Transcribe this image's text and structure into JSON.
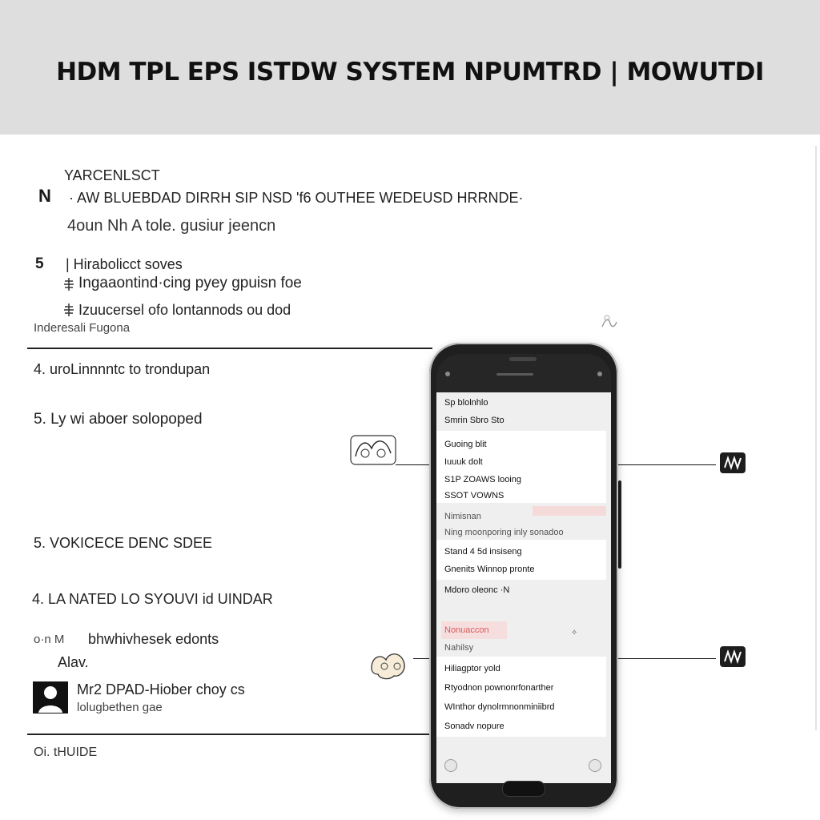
{
  "banner": {
    "title": "HDM TPL EPS ISTDW SYSTEM NPUMTRD | MOWUTDI"
  },
  "left_panel": {
    "header": "YARCENLSCT",
    "step_n": "N",
    "line1": "· AW BLUEBDAD DIRRH SIP NSD 'f6 OUTHEE WEDEUSD  HRRNDE·",
    "line2": "4oun  Nh  A  tole. gusiur jeencn",
    "step_5": "5",
    "bullet1": "| Hirabolicct soves",
    "bullet2": "Ingaaontind·cing pyey gpuisn foe",
    "bullet3": "Izuucersel ofo lontannods ou dod",
    "note": "Inderesali Fugona",
    "item4": "4. uroLinnnntc to trondupan",
    "item5": "5. Ly wi aboer solopoped",
    "item5b": "5. VOKICECE DENC SDEE",
    "item4b": "4. LA NATED  LO SYOUVI id UINDAR",
    "item_events": "bhwhivhesek edonts",
    "item_events_prefix": "o·n M",
    "item_alav": "Alav.",
    "item_mr": "Mr2 DPAD-Hiober choy cs",
    "item_mr_sub": "lolugbethen gae",
    "footer": "Oi. tHUIDE"
  },
  "phone_screen": {
    "header_rows": [
      "Sp blolnhlo",
      "Smrin Sbro Sto"
    ],
    "card1_rows": [
      "Guoing blit",
      "Iuuuk dolt",
      "S1P ZOAWS looing",
      "SSOT VOWNS"
    ],
    "section_label": "Nimisnan",
    "section_row": "Ning moonporing inly sonadoo",
    "card2_rows": [
      "Stand 4 5d insiseng",
      "Gnenits Winnop pronte"
    ],
    "mid_label": "Mdoro oleonc ·N",
    "red_rows": [
      "Nonuaccon",
      "Nahilsy"
    ],
    "list_rows": [
      "Hiliagptor yold",
      "Rtyodnon pownonrfonarther",
      "WInthor dynolrmnonminiibrd",
      "Sonadv nopure"
    ]
  },
  "icons": {
    "callout_tags": [
      "tag-icon",
      "tag-icon"
    ],
    "doodles": [
      "sketch-icon",
      "sketch-icon",
      "portrait-icon"
    ]
  }
}
